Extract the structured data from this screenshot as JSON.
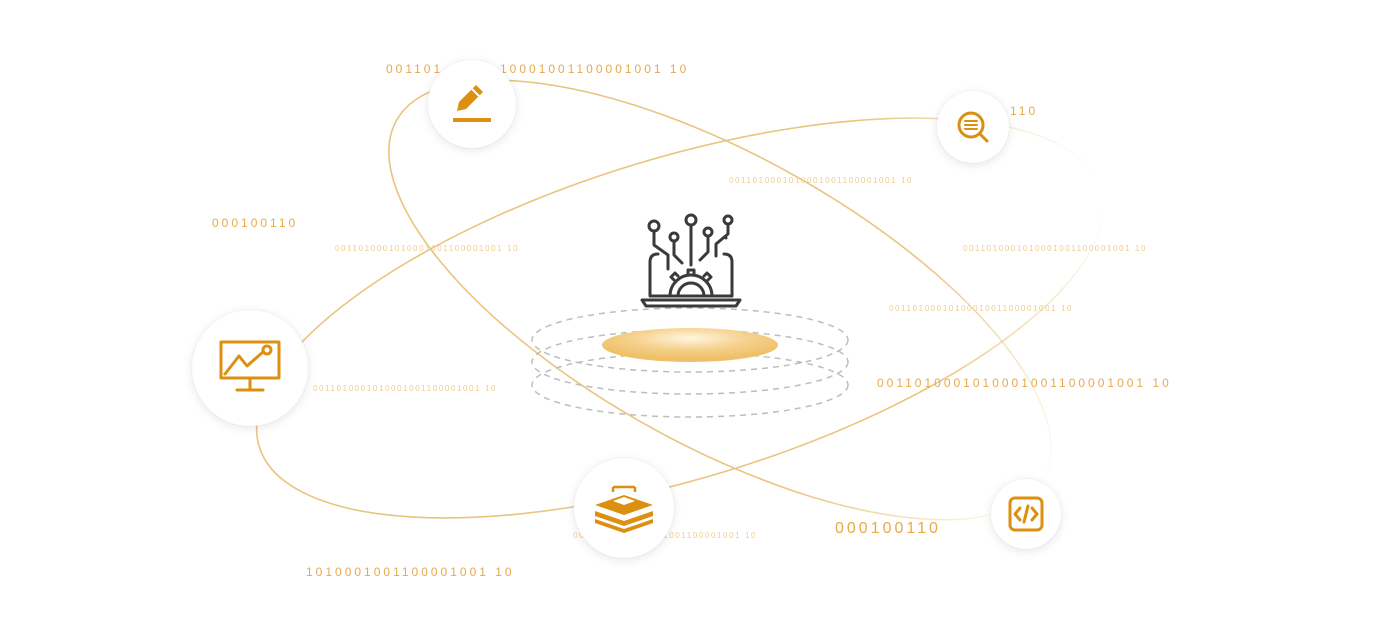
{
  "binary_strings": {
    "top_left_a": "001101",
    "top_left_b": "10001001100001001 10",
    "top_right": "110",
    "left_short": "000100110",
    "mid_top": "0011010001010001001100001001 10",
    "mid_left": "0011010001010001001100001001 10",
    "mid_right_a": "0011010001010001001100001001 10",
    "mid_right_b": "0011010001010001001100001001 10",
    "center_left": "0011010001010001001100001001 10",
    "right_large": "0011010001010001001100001001 10",
    "bottom_center": "0011010001010001001100001001 10",
    "bottom_right_short": "000100110",
    "bottom_left": "1010001001100001001 10"
  },
  "nodes": {
    "edit": {
      "icon": "pencil-edit-icon"
    },
    "search": {
      "icon": "search-document-icon"
    },
    "analytics": {
      "icon": "monitor-chart-icon"
    },
    "database": {
      "icon": "database-stack-icon"
    },
    "code": {
      "icon": "code-brackets-icon"
    }
  },
  "center": {
    "icon": "laptop-gear-circuit-icon"
  },
  "colors": {
    "accent": "#dd8f0f",
    "orbit": "#e9c47d",
    "center_icon": "#3a3a3a",
    "platform_glow": "#f1c777",
    "dashed_ring": "#b8b8b8"
  }
}
